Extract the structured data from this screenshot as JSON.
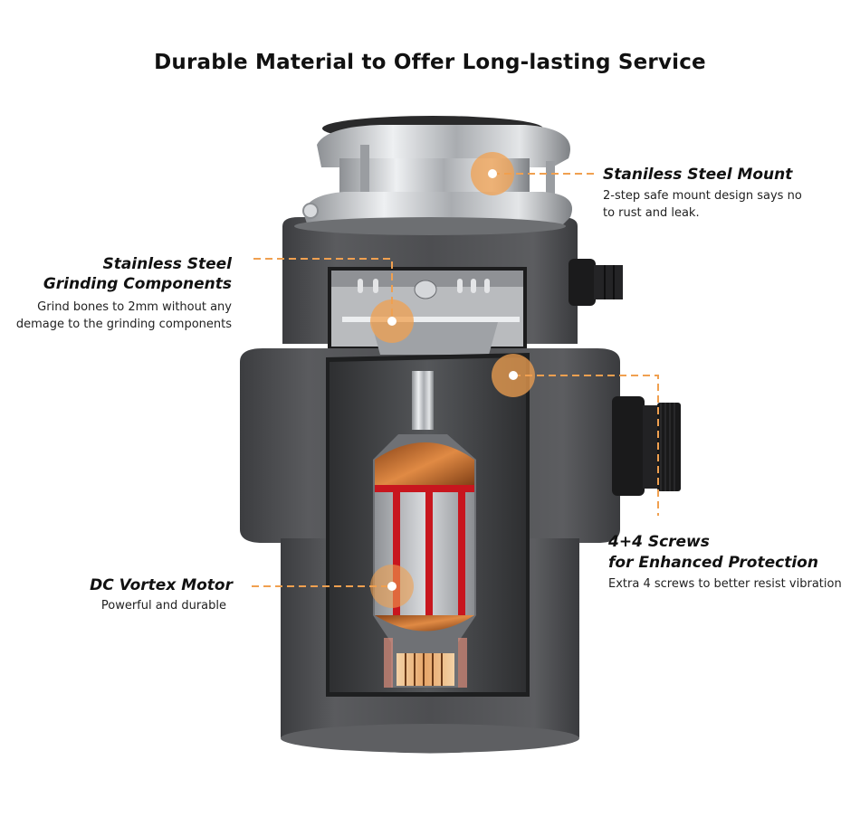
{
  "title": "Durable Material to Offer Long-lasting Service",
  "colors": {
    "accent": "#F0A050",
    "body_dark": "#4A4B4E",
    "copper": "#C0692A",
    "red_winding": "#C8161E",
    "steel": "#C9CBCE"
  },
  "callouts": [
    {
      "id": "mount",
      "title_lines": [
        "Staniless Steel Mount"
      ],
      "desc_lines": [
        "2-step safe mount design says no",
        "to rust and leak."
      ]
    },
    {
      "id": "grinding",
      "title_lines": [
        "Stainless Steel",
        "Grinding Components"
      ],
      "desc_lines": [
        "Grind bones to 2mm without any",
        "demage to the grinding components"
      ]
    },
    {
      "id": "screws",
      "title_lines": [
        "4+4 Screws",
        "for Enhanced Protection"
      ],
      "desc_lines": [
        "Extra 4 screws to better resist vibration"
      ]
    },
    {
      "id": "motor",
      "title_lines": [
        "DC Vortex Motor"
      ],
      "desc_lines": [
        "Powerful and durable"
      ]
    }
  ]
}
